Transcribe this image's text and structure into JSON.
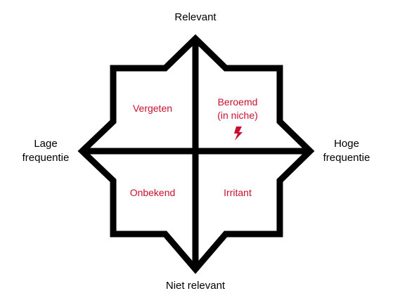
{
  "axes": {
    "top": "Relevant",
    "bottom": "Niet relevant",
    "left_line1": "Lage",
    "left_line2": "frequentie",
    "right_line1": "Hoge",
    "right_line2": "frequentie"
  },
  "quadrants": {
    "top_left": "Vergeten",
    "top_right_line1": "Beroemd",
    "top_right_line2": "(in niche)",
    "bottom_left": "Onbekend",
    "bottom_right": "Irritant"
  },
  "icons": {
    "top_right": "lightning-icon"
  },
  "colors": {
    "outline": "#000000",
    "quadrant_text": "#c8102e"
  }
}
